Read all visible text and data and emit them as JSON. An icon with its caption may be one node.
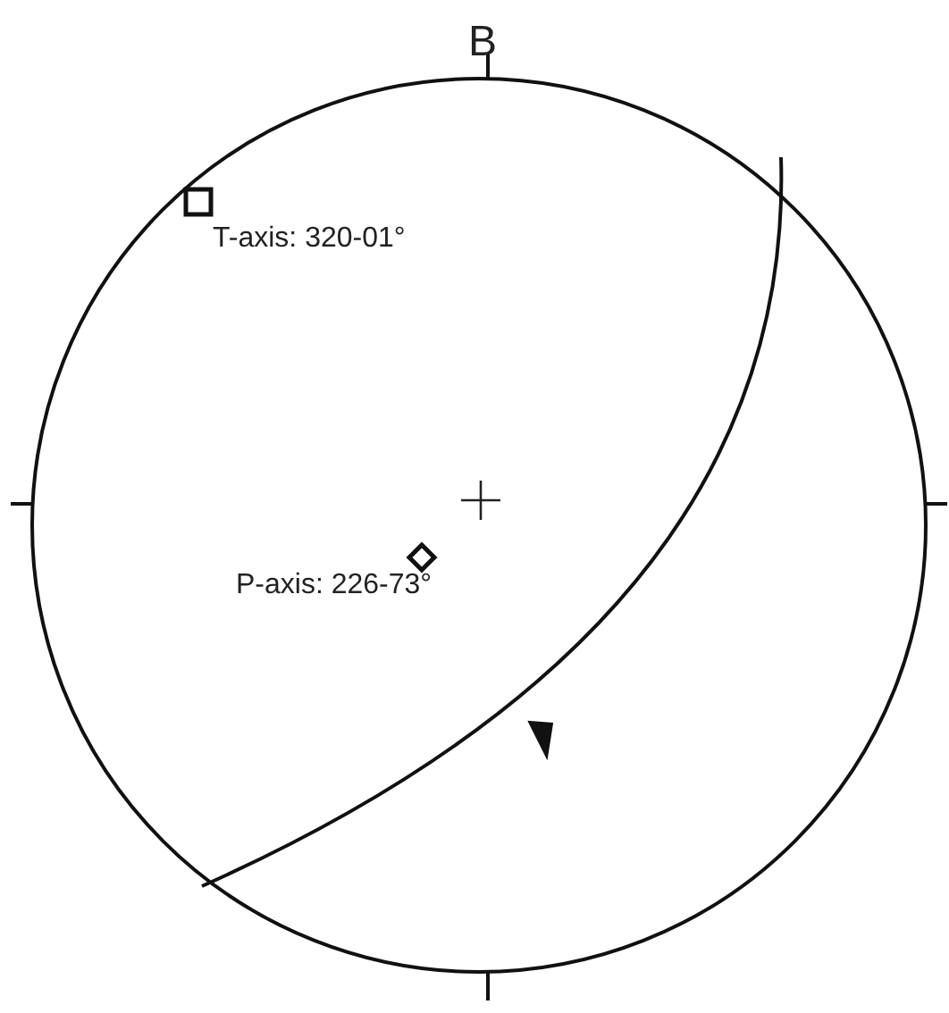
{
  "diagram": {
    "labels": [
      "B",
      "T-axis: 320-01°",
      "P-axis: 226-73°"
    ]
  }
}
